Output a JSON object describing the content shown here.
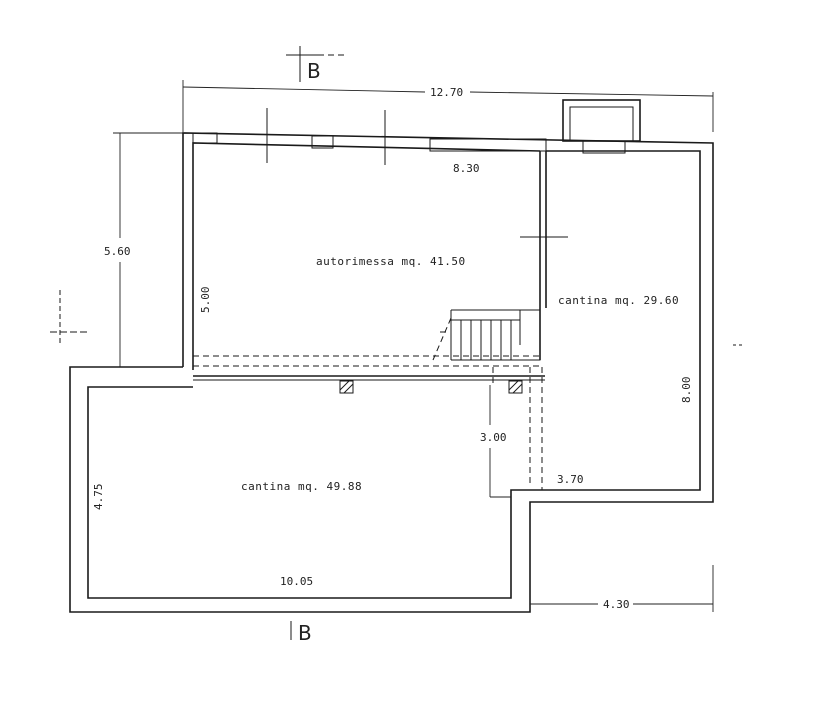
{
  "section_marks": {
    "top": "B",
    "bottom": "B"
  },
  "rooms": {
    "garage": "autorimessa mq. 41.50",
    "cellar_right": "cantina mq. 29.60",
    "cellar_bottom": "cantina mq. 49.88"
  },
  "dimensions": {
    "overall_width": "12.70",
    "garage_width": "8.30",
    "left_height": "5.60",
    "garage_depth": "5.00",
    "right_height": "8.00",
    "step_height": "3.00",
    "right_width": "3.70",
    "bottom_left_height": "4.75",
    "bottom_width": "10.05",
    "offset_width": "4.30"
  }
}
